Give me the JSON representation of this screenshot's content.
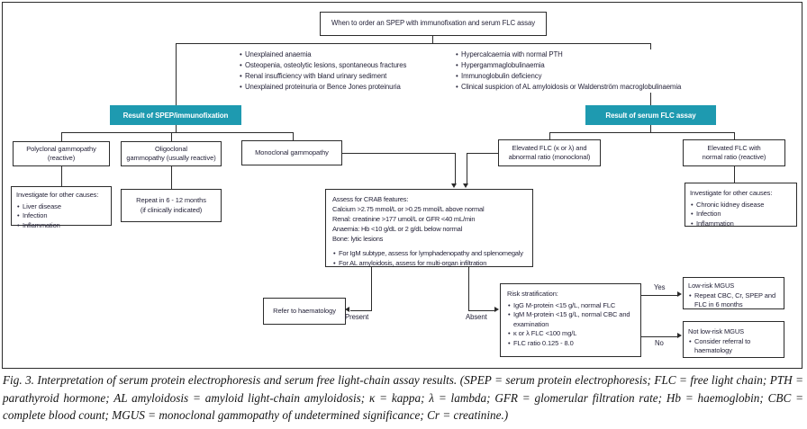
{
  "title": "When to order an SPEP with immunofixation and serum FLC assay",
  "indications": {
    "left": [
      "Unexplained anaemia",
      "Osteopenia, osteolytic lesions, spontaneous fractures",
      "Renal insufficiency with bland urinary sediment",
      "Unexplained proteinuria or Bence Jones proteinuria"
    ],
    "right": [
      "Hypercalcaemia with normal PTH",
      "Hypergammaglobulinaemia",
      "Immunoglobulin deficiency",
      "Clinical suspicion of AL amyloidosis or Waldenström macroglobulinaemia"
    ]
  },
  "headers": {
    "spep": "Result of SPEP/immunofixation",
    "flc": "Result of serum FLC assay"
  },
  "boxes": {
    "polyclonal": [
      "Polyclonal gammopathy",
      "(reactive)"
    ],
    "oligoclonal": [
      "Oligoclonal",
      "gammopathy (usually reactive)"
    ],
    "monoclonal": "Monoclonal gammopathy",
    "elevated_abnormal": [
      "Elevated FLC (κ or λ) and",
      "abnormal ratio (monoclonal)"
    ],
    "elevated_normal": [
      "Elevated FLC with",
      "normal ratio (reactive)"
    ],
    "investigate_left": {
      "title": "Investigate for other causes:",
      "items": [
        "Liver disease",
        "Infection",
        "Inflammation"
      ]
    },
    "repeat": [
      "Repeat in 6 - 12 months",
      "(if clinically indicated)"
    ],
    "investigate_right": {
      "title": "Investigate for other causes:",
      "items": [
        "Chronic kidney disease",
        "Infection",
        "Inflammation"
      ]
    },
    "crab": {
      "lines": [
        "Assess for CRAB features:",
        "Calcium >2.75 mmol/L or >0.25 mmol/L above normal",
        "Renal: creatinine >177 umol/L or GFR <40 mL/min",
        "Anaemia: Hb <10 g/dL or 2 g/dL below normal",
        "Bone: lytic lesions"
      ],
      "bullets": [
        "For IgM subtype, assess for lymphadenopathy and splenomegaly",
        "For AL amyloidosis, assess for multi-organ infiltration"
      ]
    },
    "refer": "Refer to haematology",
    "risk": {
      "title": "Risk stratification:",
      "items": [
        "IgG M-protein <15 g/L, normal FLC",
        "IgM M-protein <15 g/L, normal CBC and examination",
        "κ or λ FLC <100 mg/L",
        "FLC ratio 0.125 - 8.0"
      ]
    },
    "low_risk": {
      "title": "Low-risk MGUS",
      "items": [
        "Repeat CBC, Cr, SPEP and FLC in 6 months"
      ]
    },
    "not_low_risk": {
      "title": "Not low-risk MGUS",
      "items": [
        "Consider referral to haematology"
      ]
    }
  },
  "edge_labels": {
    "present": "Present",
    "absent": "Absent",
    "yes": "Yes",
    "no": "No"
  },
  "caption": "Fig. 3. Interpretation of serum protein electrophoresis and serum free light-chain assay results. (SPEP = serum protein electrophoresis; FLC = free light chain; PTH = parathyroid hormone; AL amyloidosis = amyloid light-chain amyloidosis; κ = kappa; λ = lambda; GFR = glomerular filtration rate; Hb = haemoglobin; CBC = complete blood count; MGUS = monoclonal gammopathy of undetermined significance; Cr = creatinine.)",
  "colors": {
    "header_bg": "#1e9ab0",
    "line": "#2b2b2b",
    "text": "#26243a"
  }
}
